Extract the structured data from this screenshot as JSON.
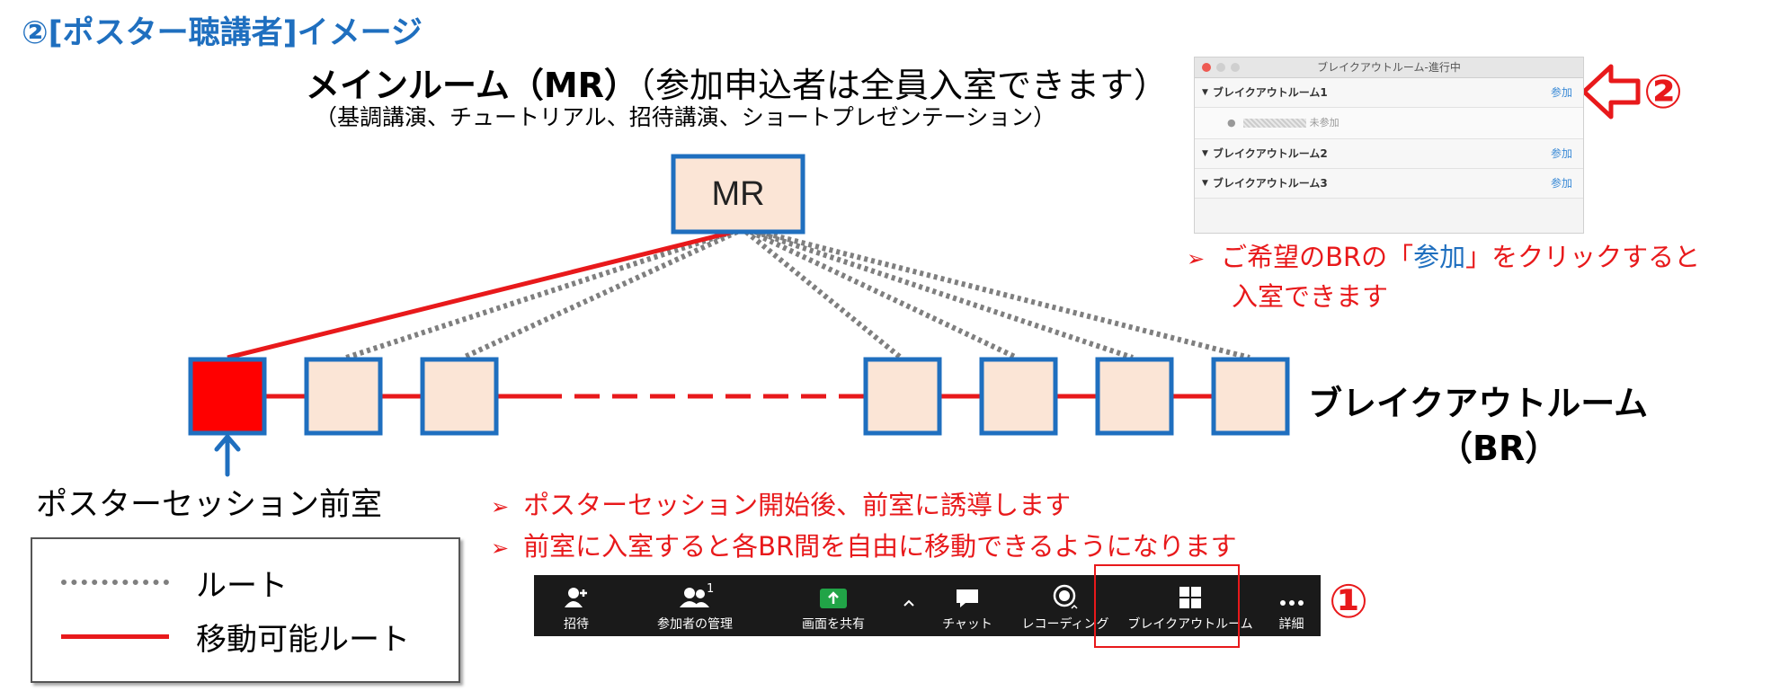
{
  "heading": "②[ポスター聴講者]イメージ",
  "main_room": {
    "title_bold": "メインルーム（MR）",
    "title_rest": "（参加申込者は全員入室できます）",
    "subtitle": "（基調講演、チュートリアル、招待講演、ショートプレゼンテーション）",
    "box_label": "MR"
  },
  "breakout_rooms": {
    "label_line1": "ブレイクアウトルーム",
    "label_line2": "（BR）",
    "count_left": 3,
    "count_right": 4
  },
  "anteroom_label": "ポスターセッション前室",
  "legend": {
    "route": "ルート",
    "movable_route": "移動可能ルート"
  },
  "notes": [
    "ポスターセッション開始後、前室に誘導します",
    "前室に入室すると各BR間を自由に移動できるようになります"
  ],
  "toolbar": {
    "items": [
      {
        "label": "招待",
        "icon": "add-user-icon"
      },
      {
        "label": "参加者の管理",
        "icon": "participants-icon",
        "badge": "1"
      },
      {
        "label": "画面を共有",
        "icon": "share-screen-icon"
      },
      {
        "label": "チャット",
        "icon": "chat-icon"
      },
      {
        "label": "レコーディング",
        "icon": "record-icon"
      },
      {
        "label": "ブレイクアウトルーム",
        "icon": "breakout-grid-icon"
      },
      {
        "label": "詳細",
        "icon": "more-icon"
      }
    ]
  },
  "marker_1": "①",
  "marker_2": "②",
  "panel": {
    "title": "ブレイクアウトルーム-進行中",
    "rooms": [
      {
        "name": "ブレイクアウトルーム1",
        "join": "参加",
        "sub": "未参加"
      },
      {
        "name": "ブレイクアウトルーム2",
        "join": "参加"
      },
      {
        "name": "ブレイクアウトルーム3",
        "join": "参加"
      }
    ]
  },
  "click_note": {
    "part1": "ご希望のBRの「",
    "part_blue": "参加",
    "part2": "」をクリックすると",
    "line2": "入室できます"
  },
  "colors": {
    "accent_blue": "#1f6fbf",
    "route_red": "#e8191b",
    "box_fill": "#fbe5d6",
    "box_border": "#1f6fbf",
    "route_gray": "#7f7f7f"
  }
}
